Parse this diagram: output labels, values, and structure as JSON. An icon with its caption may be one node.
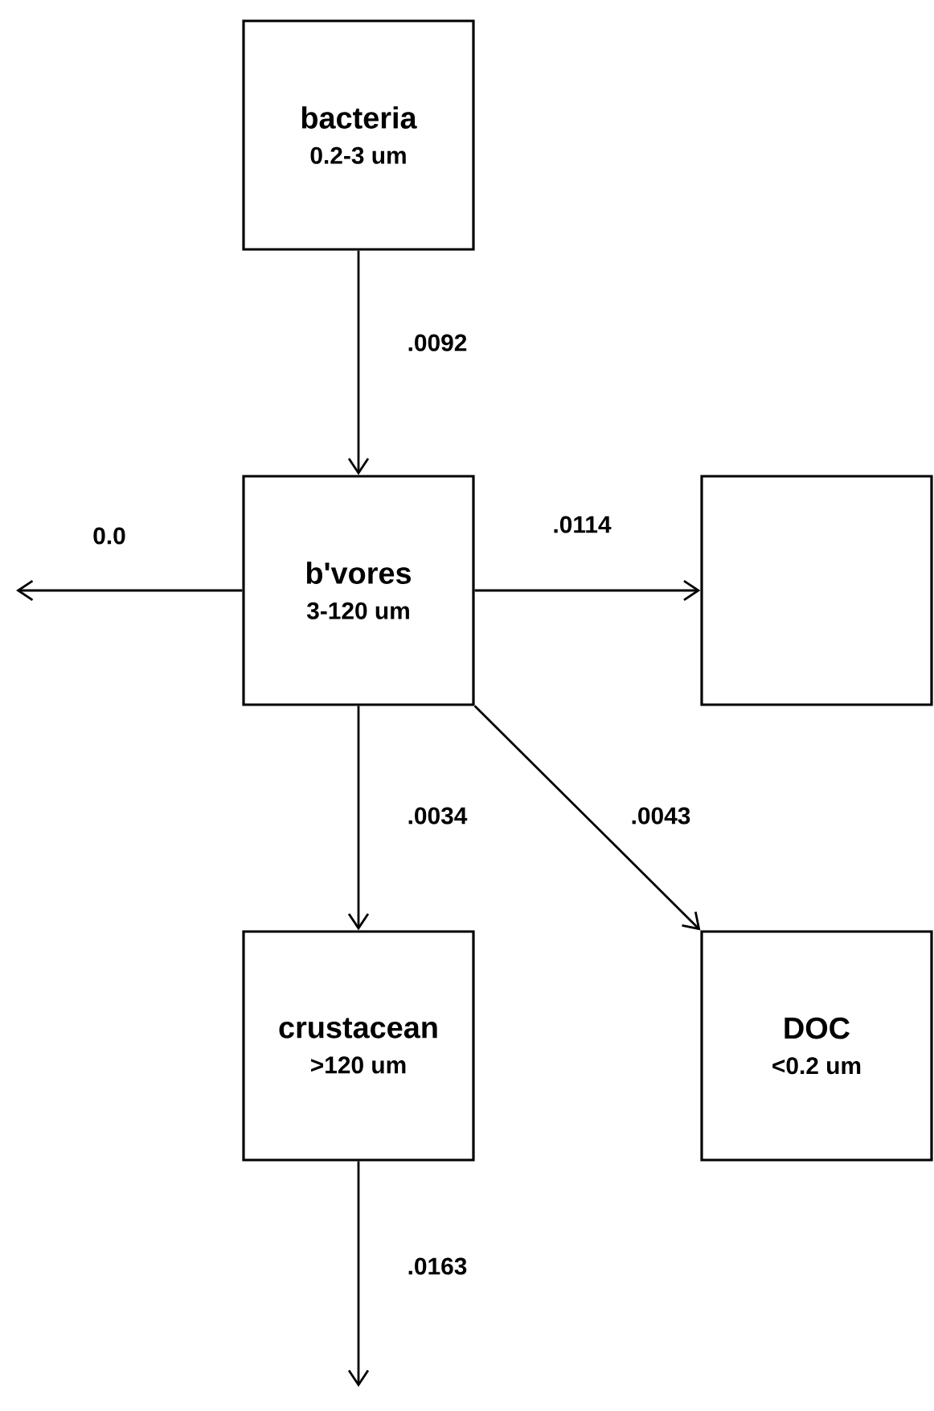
{
  "diagram": {
    "nodes": [
      {
        "text": [
          "bacteria",
          "0.2-3 um"
        ]
      },
      {
        "text": [
          "b'vores",
          "3-120 um"
        ]
      },
      {
        "text": [],
        "shape": "box"
      },
      {
        "text": [
          "crustacean",
          ">120 um"
        ]
      },
      {
        "text": [
          "DOC",
          "<0.2 um"
        ]
      }
    ],
    "edges": [
      {
        "from": 0,
        "to": 1,
        "arrow": "to",
        "label": ".0092"
      },
      {
        "from": 1,
        "to": null,
        "arrow": "to",
        "label": "0.0"
      },
      {
        "from": 1,
        "to": 2,
        "arrow": "to",
        "label": ".0114"
      },
      {
        "from": 1,
        "to": 3,
        "arrow": "to",
        "label": ".0034"
      },
      {
        "from": 1,
        "to": 4,
        "arrow": "to",
        "label": ".0043"
      },
      {
        "from": 3,
        "to": null,
        "arrow": "to",
        "label": ".0163"
      }
    ]
  }
}
